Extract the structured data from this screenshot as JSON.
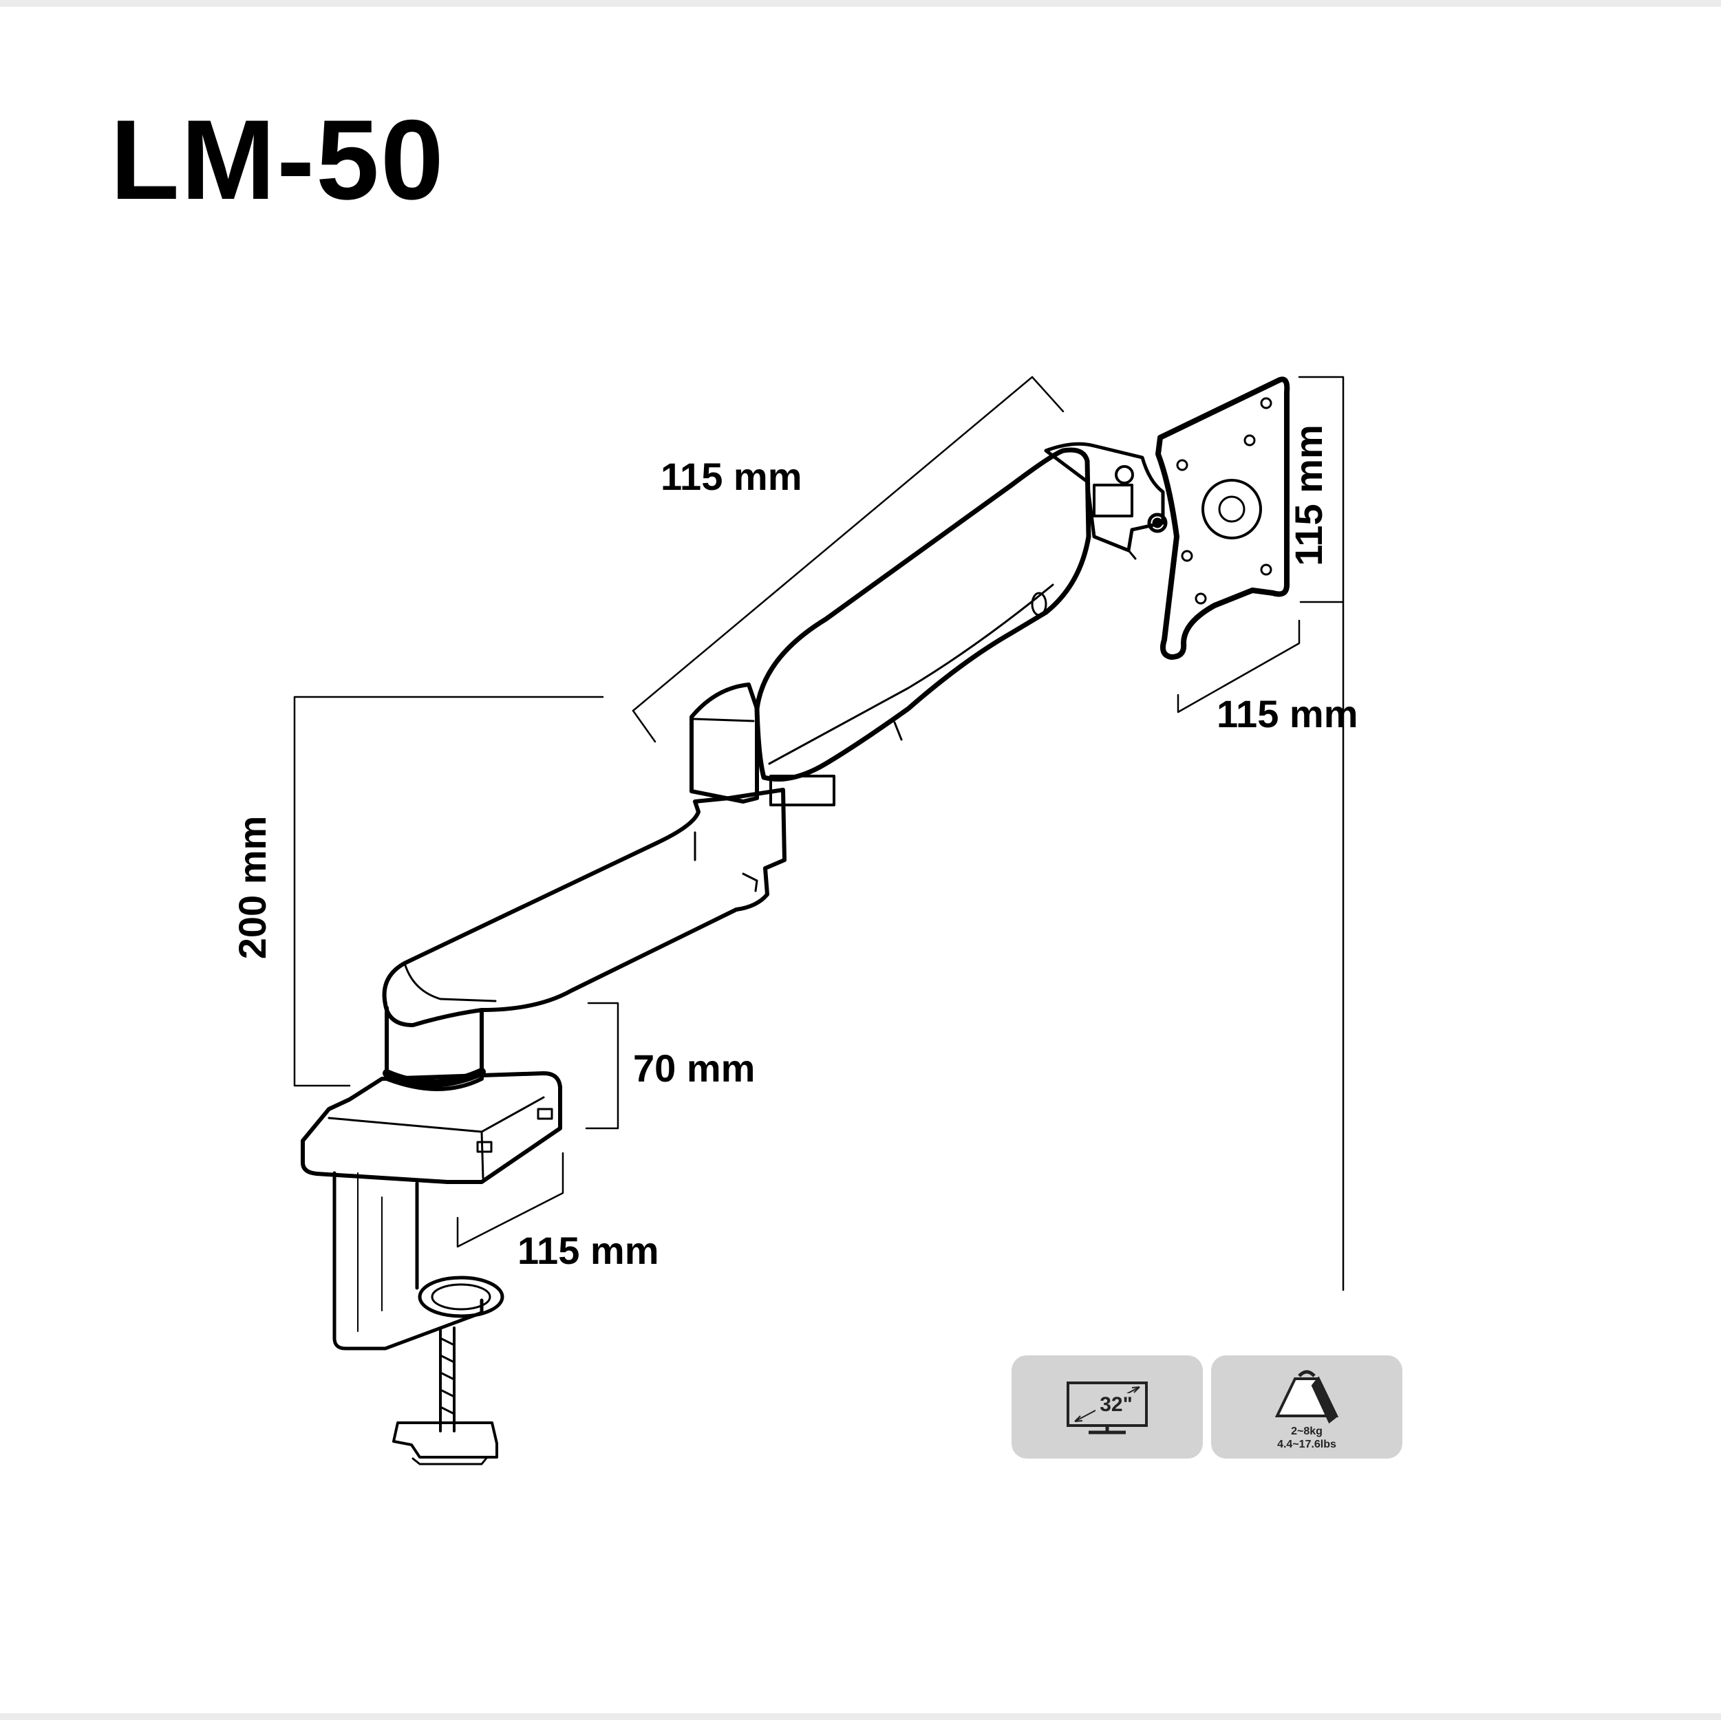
{
  "title": "LM-50",
  "dimensions": {
    "upper_arm_length": "115 mm",
    "vesa_height": "115 mm",
    "vesa_width": "115 mm",
    "pole_height": "200 mm",
    "base_height": "70 mm",
    "base_depth": "115 mm"
  },
  "specs": {
    "screen_size": "32\"",
    "weight_kg": "2~8kg",
    "weight_lbs": "4.4~17.6lbs"
  },
  "colors": {
    "line": "#000000",
    "card_bg": "#d3d3d3",
    "frame": "#ebebeb"
  }
}
